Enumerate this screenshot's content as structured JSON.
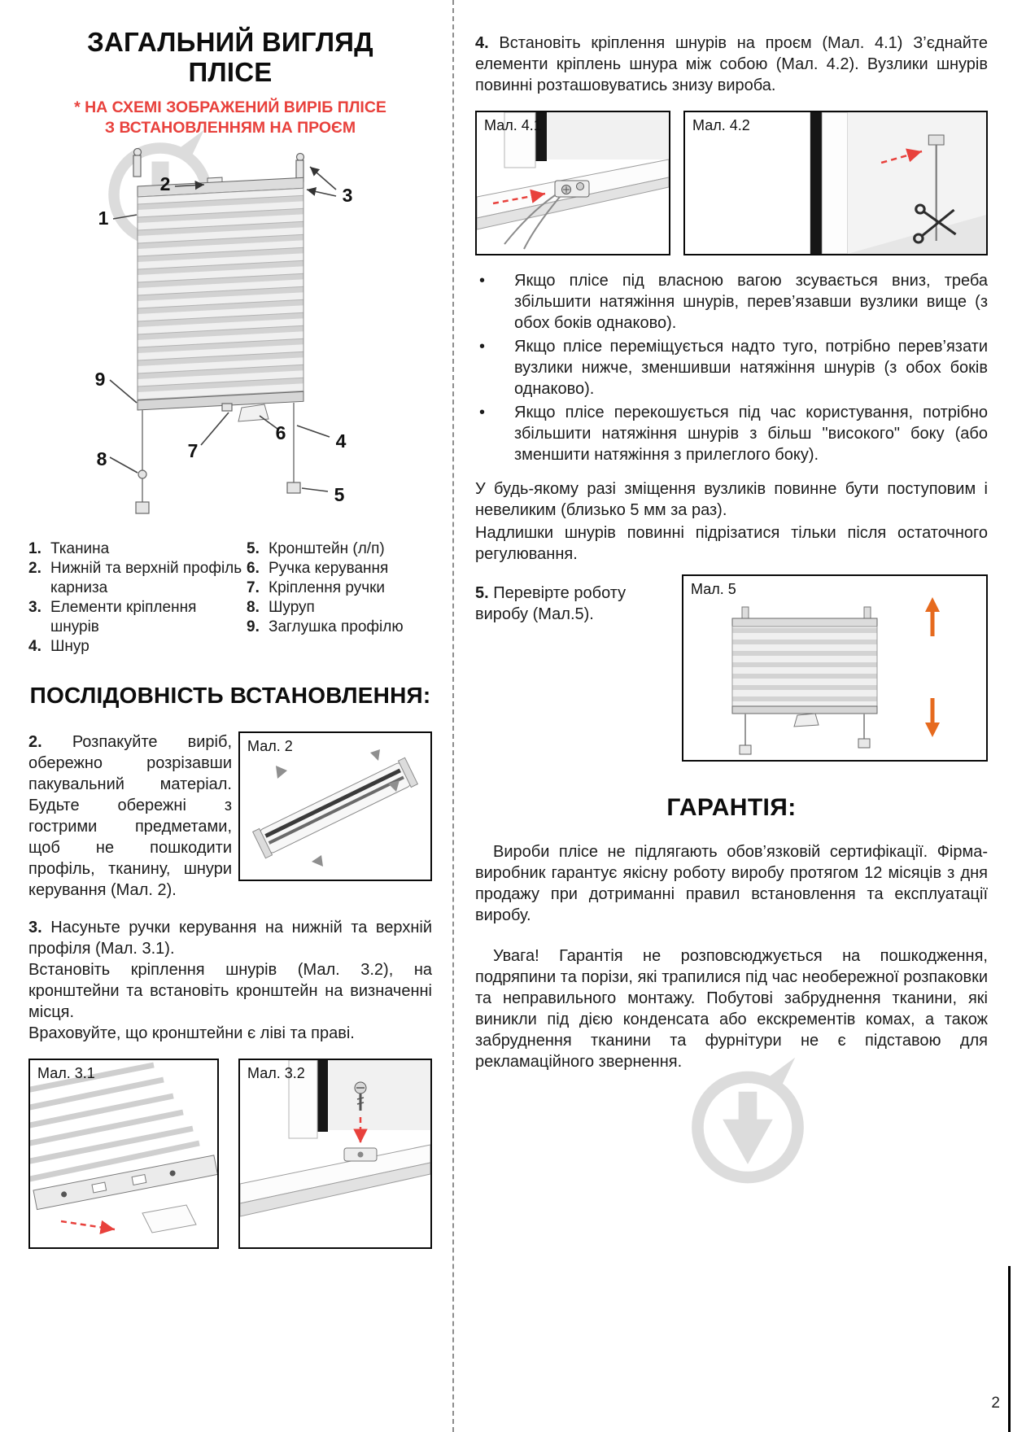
{
  "page": {
    "number": "2"
  },
  "colors": {
    "accent_red": "#e8413c",
    "arrow_orange": "#e66a1e",
    "watermark_gray": "#d7d7d7",
    "text": "#1c1c1c"
  },
  "left": {
    "title_line1": "ЗАГАЛЬНИЙ ВИГЛЯД",
    "title_line2": "ПЛІСЕ",
    "subtitle_line1": "* НА СХЕМІ ЗОБРАЖЕНИЙ ВИРІБ ПЛІСЕ",
    "subtitle_line2": "З ВСТАНОВЛЕННЯМ НА ПРОЄМ",
    "legend_left": [
      {
        "num": "1.",
        "text": "Тканина"
      },
      {
        "num": "2.",
        "text": "Нижній та верхній профіль карниза"
      },
      {
        "num": "3.",
        "text": "Елементи кріплення шнурів"
      },
      {
        "num": "4.",
        "text": "Шнур"
      }
    ],
    "legend_right": [
      {
        "num": "5.",
        "text": "Кронштейн (л/п)"
      },
      {
        "num": "6.",
        "text": "Ручка керування"
      },
      {
        "num": "7.",
        "text": "Кріплення ручки"
      },
      {
        "num": "8.",
        "text": "Шуруп"
      },
      {
        "num": "9.",
        "text": "Заглушка профілю"
      }
    ],
    "sequence_title": "ПОСЛІДОВНІСТЬ ВСТАНОВЛЕННЯ:",
    "step2": {
      "num": "2.",
      "text": "Розпакуйте виріб, обережно розрізавши пакувальний матеріал. Будьте обережні з гострими предметами, щоб не пошкодити профіль, тканину, шнури керування (Мал. 2)."
    },
    "step3": {
      "num": "3.",
      "p1": "Насуньте ручки керування на нижній та верхній профіля (Мал. 3.1).",
      "p2": "Встановіть кріплення шнурів (Мал. 3.2), на кронштейни та встановіть кронштейн на визначенні місця.",
      "p3": "Враховуйте, що кронштейни є ліві та праві."
    }
  },
  "right": {
    "step4": {
      "num": "4.",
      "text": "Встановіть кріплення шнурів на проєм (Мал. 4.1) З’єднайте елементи кріплень шнура між собою (Мал. 4.2). Вузлики шнурів повинні розташовуватись знизу вироба."
    },
    "bullets": [
      "Якщо плісе під власною вагою зсувається вниз, треба збільшити натяжіння шнурів, перев’язавши вузлики вище (з обох боків однаково).",
      "Якщо плісе переміщується надто туго, потрібно перев’язати вузлики нижче, зменшивши натяжіння шнурів (з обох боків однаково).",
      "Якщо плісе перекошується під час користування, потрібно збільшити натяжіння шнурів з більш \"високого\" боку (або зменшити натяжіння з прилеглого боку)."
    ],
    "note1": "У будь-якому разі зміщення вузликів повинне бути поступовим і невеликим (близько 5 мм за раз).",
    "note2": "Надлишки шнурів повинні підрізатися тільки після остаточного регулювання.",
    "step5": {
      "num": "5.",
      "text": "Перевірте роботу виробу (Мал.5)."
    },
    "warranty": {
      "title": "ГАРАНТІЯ:",
      "p1": "Вироби плісе не підлягають обов’язковій сертифікації. Фірма-виробник гарантує якісну роботу виробу протягом 12 місяців з дня продажу при дотриманні правил встановлення та експлуатації виробу.",
      "p2": "Увага! Гарантія не розповсюджується на пошкодження, подряпини та порізи, які трапилися під час необережної розпаковки та неправильного монтажу. Побутові забруднення тканини, які виникли під дією конденсата або екскрементів комах, а також забруднення тканини та фурнітури не є підставою для рекламаційного звернення."
    }
  },
  "figures": {
    "fig2": "Мал. 2",
    "fig31": "Мал. 3.1",
    "fig32": "Мал. 3.2",
    "fig41": "Мал. 4.1",
    "fig42": "Мал. 4.2",
    "fig5": "Мал. 5"
  },
  "diagram": {
    "callouts": [
      "1",
      "2",
      "3",
      "4",
      "5",
      "6",
      "7",
      "8",
      "9"
    ]
  }
}
